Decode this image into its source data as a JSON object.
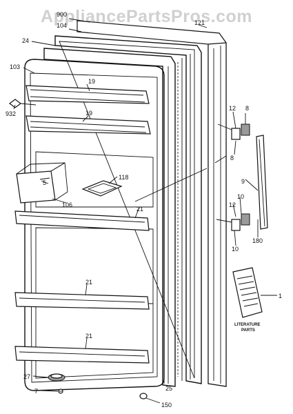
{
  "watermark": "AppliancePartsPros.com",
  "callouts": {
    "c900": "900",
    "c104": "104",
    "c24": "24",
    "c121": "121",
    "c103": "103",
    "c19a": "19",
    "c19b": "19",
    "c932": "932",
    "c12a": "12",
    "c8a": "8",
    "c8b": "8",
    "c118": "118",
    "c5": "5",
    "c106": "106",
    "c9": "9",
    "c21a": "21",
    "c12b": "12",
    "c10a": "10",
    "c10b": "10",
    "c180": "180",
    "c21b": "21",
    "c1": "1",
    "c21c": "21",
    "c27": "27",
    "c25": "25",
    "c7": "7",
    "c150": "150"
  },
  "literature": {
    "line1": "LITERATURE",
    "line2": "PARTS"
  }
}
